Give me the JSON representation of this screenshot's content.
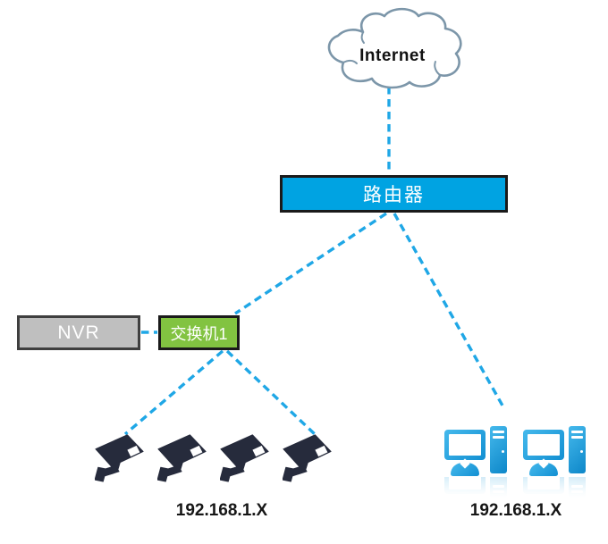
{
  "diagram": {
    "title_none": "",
    "internet": {
      "label": "Internet",
      "icon": "cloud-icon"
    },
    "router": {
      "label": "路由器"
    },
    "nvr": {
      "label": "NVR"
    },
    "switch": {
      "label": "交换机1"
    },
    "cameras": {
      "count": 4,
      "icon": "cctv-camera-icon",
      "ip_label": "192.168.1.X"
    },
    "pcs": {
      "count": 2,
      "icon": "desktop-computer-icon",
      "ip_label": "192.168.1.X"
    },
    "connections": [
      "internet-router",
      "router-switch",
      "router-pcs",
      "switch-camera-left",
      "switch-camera-right",
      "nvr-switch"
    ],
    "colors": {
      "connector": "#1fa7e6",
      "router_fill": "#00a3e2",
      "nvr_fill": "#bfbfbf",
      "switch_fill": "#82c341",
      "camera_fill": "#262b3c",
      "pc_fill": "#189ad8",
      "cloud_stroke": "#7c96a9",
      "box_border": "#1a1a1a"
    }
  }
}
